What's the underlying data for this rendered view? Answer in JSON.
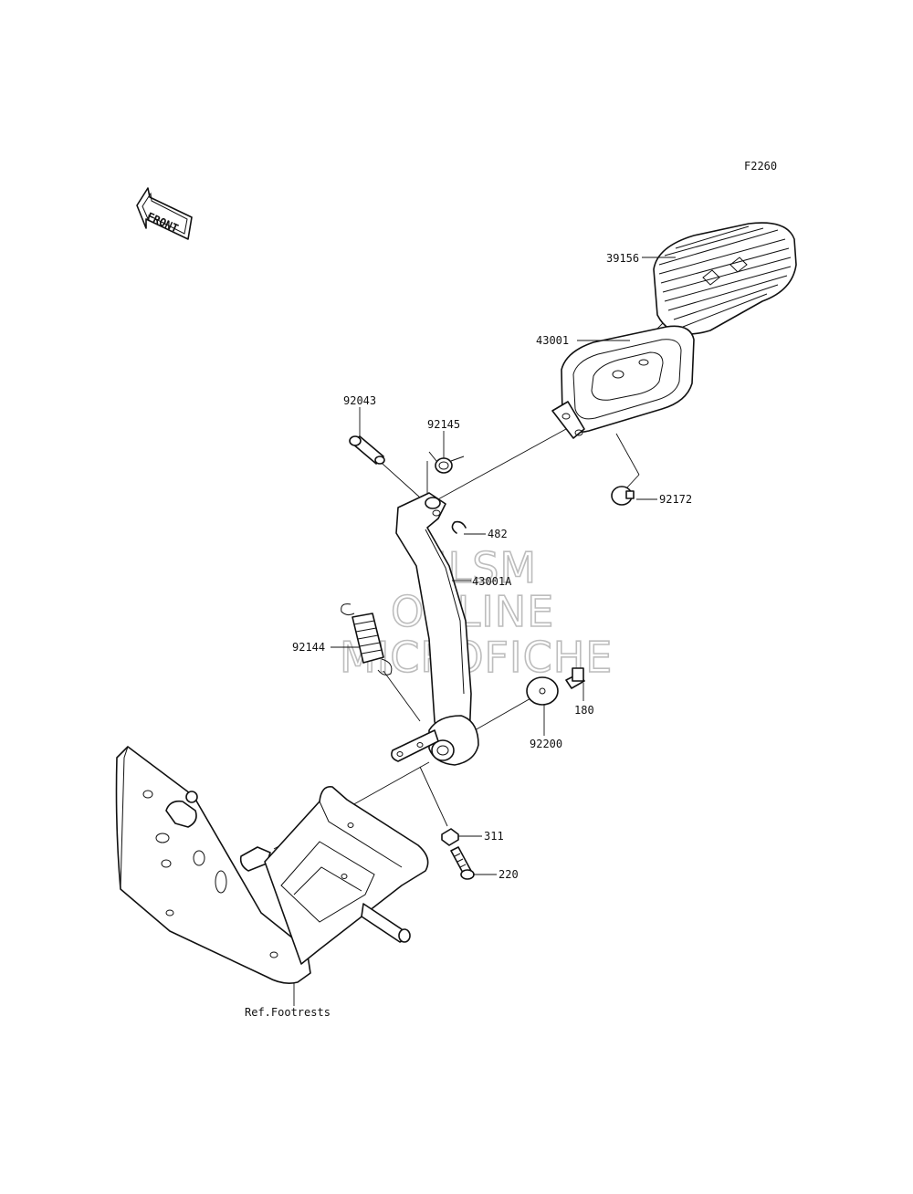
{
  "figure_code": "F2260",
  "front_arrow_label": "FRONT",
  "watermark": [
    "HLSM",
    "ONLINE",
    "MICROFICHE"
  ],
  "parts": {
    "pedal_pad": "39156",
    "pedal_base": "43001",
    "pedal_pin": "92043",
    "torsion_spring": "92145",
    "pad_screw": "92172",
    "clip": "482",
    "brake_pedal": "43001A",
    "return_spring": "92144",
    "bolt": "180",
    "washer": "92200",
    "nut": "311",
    "pivot_bolt": "220"
  },
  "reference": "Ref.Footrests"
}
